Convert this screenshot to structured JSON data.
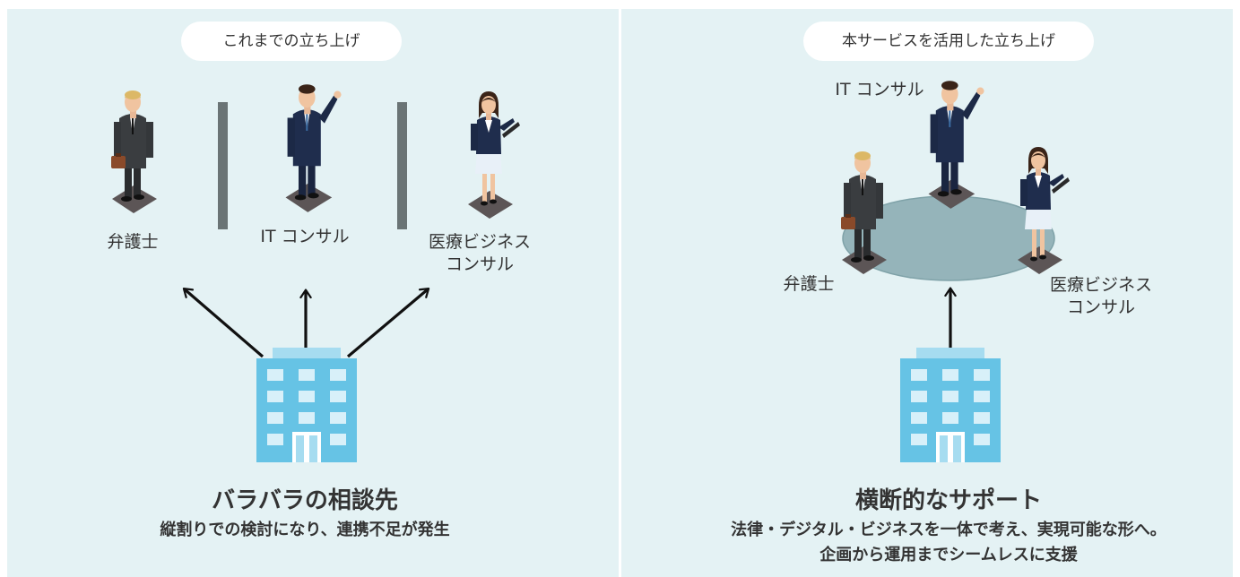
{
  "left": {
    "header": "これまでの立ち上げ",
    "roles": {
      "lawyer": "弁護士",
      "it": "IT コンサル",
      "medical_1": "医療ビジネス",
      "medical_2": "コンサル"
    },
    "title": "バラバラの相談先",
    "subtitle": "縦割りでの検討になり、連携不足が発生"
  },
  "right": {
    "header": "本サービスを活用した立ち上げ",
    "roles": {
      "lawyer": "弁護士",
      "it": "IT コンサル",
      "medical_1": "医療ビジネス",
      "medical_2": "コンサル"
    },
    "title": "横断的なサポート",
    "subtitle_1": "法律・デジタル・ビジネスを一体で考え、実現可能な形へ。",
    "subtitle_2": "企画から運用までシームレスに支援"
  },
  "colors": {
    "panel_bg": "#e4f2f4",
    "building": "#66c3e5",
    "window": "#d8f0f9",
    "suit": "#1f2d4d",
    "gray_suit": "#3a3d40",
    "divider": "#6a7475",
    "circle": "#95b4ba"
  }
}
